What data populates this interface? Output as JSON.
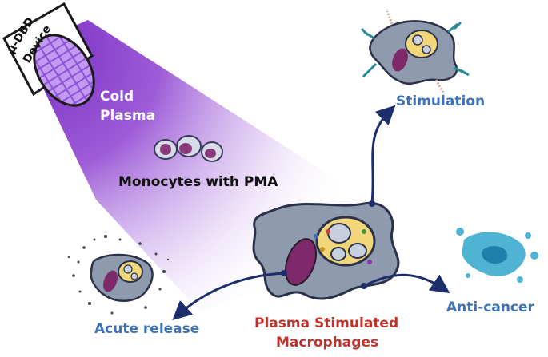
{
  "labels": {
    "device_line1": "μ-DBD",
    "device_line2": "Device",
    "plasma_line1": "Cold",
    "plasma_line2": "Plasma",
    "monocytes": "Monocytes with PMA",
    "stimulation": "Stimulation",
    "anticancer": "Anti-cancer",
    "acute": "Acute release",
    "macro_line1": "Plasma Stimulated",
    "macro_line2": "Macrophages"
  },
  "colors": {
    "plasma": "#7a2fc4",
    "cell_body": "#8e9aad",
    "nucleus": "#7e2a6a",
    "vesicle": "#f2d77a",
    "arrow": "#1c2e6b",
    "label_blue": "#3d72b8",
    "label_red": "#c0312b",
    "cancer_cell": "#4fb3d3",
    "text_dark": "#111111"
  },
  "icons": {
    "device": "dbd-device-icon",
    "monocyte": "monocyte-cell-icon",
    "macrophage": "macrophage-cell-icon",
    "cancer": "cancer-cell-icon",
    "particles": "cytokine-particle-icon"
  }
}
